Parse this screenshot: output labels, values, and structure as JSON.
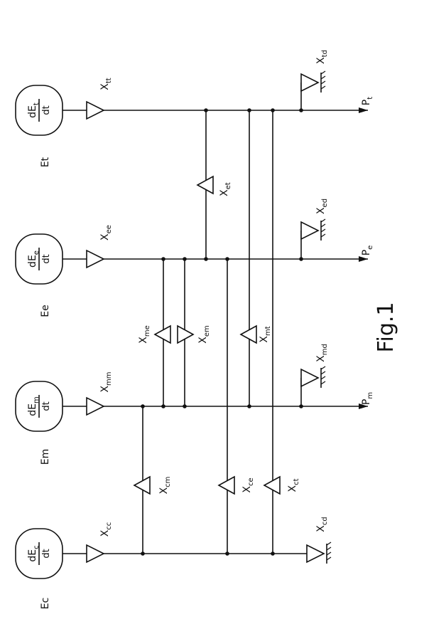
{
  "figure_label": "Fig.1",
  "nodes": [
    {
      "id": "t",
      "store_label": "Et",
      "rate_num_main": "dE",
      "rate_num_sub": "t",
      "rate_den": "dt",
      "gain_main": "X",
      "gain_sub": "tt",
      "damp_main": "X",
      "damp_sub": "td",
      "out_main": "P",
      "out_sub": "t"
    },
    {
      "id": "e",
      "store_label": "Ee",
      "rate_num_main": "dE",
      "rate_num_sub": "e",
      "rate_den": "dt",
      "gain_main": "X",
      "gain_sub": "ee",
      "damp_main": "X",
      "damp_sub": "ed",
      "out_main": "P",
      "out_sub": "e"
    },
    {
      "id": "m",
      "store_label": "Em",
      "rate_num_main": "dE",
      "rate_num_sub": "m",
      "rate_den": "dt",
      "gain_main": "X",
      "gain_sub": "mm",
      "damp_main": "X",
      "damp_sub": "md",
      "out_main": "P",
      "out_sub": "m"
    },
    {
      "id": "c",
      "store_label": "Ec",
      "rate_num_main": "dE",
      "rate_num_sub": "c",
      "rate_den": "dt",
      "gain_main": "X",
      "gain_sub": "cc",
      "damp_main": "X",
      "damp_sub": "cd",
      "out_main": "",
      "out_sub": ""
    }
  ],
  "couplings": [
    {
      "main": "X",
      "sub": "et"
    },
    {
      "main": "X",
      "sub": "me"
    },
    {
      "main": "X",
      "sub": "em"
    },
    {
      "main": "X",
      "sub": "mt"
    },
    {
      "main": "X",
      "sub": "cm"
    },
    {
      "main": "X",
      "sub": "ce"
    },
    {
      "main": "X",
      "sub": "ct"
    }
  ]
}
